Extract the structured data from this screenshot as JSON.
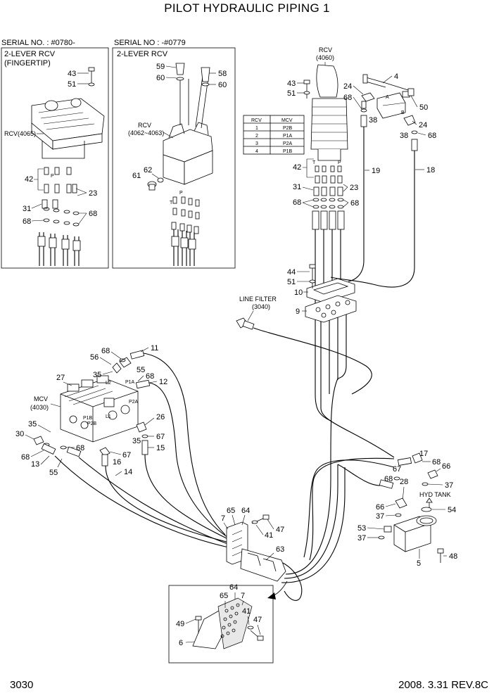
{
  "title": "PILOT HYDRAULIC PIPING 1",
  "footer": {
    "page": "3030",
    "revision": "2008. 3.31  REV.8C"
  },
  "inset_left": {
    "serial": "SERIAL NO. : #0780-",
    "line1": "2-LEVER RCV",
    "line2": "(FINGERTIP)",
    "rcv": "RCV(4065)"
  },
  "inset_mid": {
    "serial": "SERIAL NO : -#0779",
    "line1": "2-LEVER RCV",
    "rcv1": "RCV",
    "rcv2": "(4062~4063)"
  },
  "labels": {
    "rcv_top": "RCV",
    "rcv_top_num": "(4060)",
    "line_filter": "LINE FILTER",
    "line_filter_num": "(3040)",
    "mcv": "MCV",
    "mcv_num": "(4030)",
    "hyd_tank": "HYD TANK"
  },
  "table": {
    "headers": [
      "RCV",
      "MCV"
    ],
    "rows": [
      [
        "1",
        "P2B"
      ],
      [
        "2",
        "P1A"
      ],
      [
        "3",
        "P2A"
      ],
      [
        "4",
        "P1B"
      ]
    ]
  },
  "ports": {
    "p": "P",
    "t": "T",
    "a": "A",
    "b": "B",
    "p1a": "P1A",
    "p2a": "P2A",
    "p1b": "P1B",
    "p2b": "P2B",
    "l1": "L1",
    "l2": "L2"
  },
  "parts": {
    "p43a": "43",
    "p51a": "51",
    "rcv4065": "RCV(4065)",
    "p42a": "42",
    "p23a": "23",
    "p31a": "31",
    "p68a": "68",
    "p68b": "68",
    "p59": "59",
    "p60a": "60",
    "p58": "58",
    "p60b": "60",
    "p61": "61",
    "p62": "62",
    "p43b": "43",
    "p51b": "51",
    "p4": "4",
    "p24a": "24",
    "p68c": "68",
    "p50": "50",
    "p38a": "38",
    "p24b": "24",
    "p38b": "38",
    "p68d": "68",
    "p42b": "42",
    "p31b": "31",
    "p23b": "23",
    "p68e": "68",
    "p68f": "68",
    "p19": "19",
    "p18": "18",
    "p44": "44",
    "p51c": "51",
    "p10": "10",
    "p9": "9",
    "p11": "11",
    "p68g": "68",
    "p56": "56",
    "p35a": "35",
    "p55a": "55",
    "p68h": "68",
    "p12": "12",
    "p27": "27",
    "p26": "26",
    "p35b": "35",
    "p67a": "67",
    "p15": "15",
    "p35c": "35",
    "p30": "30",
    "p68i": "68",
    "p68j": "68",
    "p13": "13",
    "p16": "16",
    "p67b": "67",
    "p55b": "55",
    "p14": "14",
    "p17": "17",
    "p68k": "68",
    "p67c": "67",
    "p66a": "66",
    "p68l": "68",
    "p28": "28",
    "p37a": "37",
    "p66b": "66",
    "p37b": "37",
    "p54": "54",
    "p53": "53",
    "p37c": "37",
    "p5": "5",
    "p48": "48",
    "p7": "7",
    "p65a": "65",
    "p64a": "64",
    "p47a": "47",
    "p41a": "41",
    "p63": "63",
    "p64b": "64",
    "p65b": "65",
    "p7b": "7",
    "p41b": "41",
    "p49": "49",
    "p47b": "47",
    "p6": "6"
  }
}
